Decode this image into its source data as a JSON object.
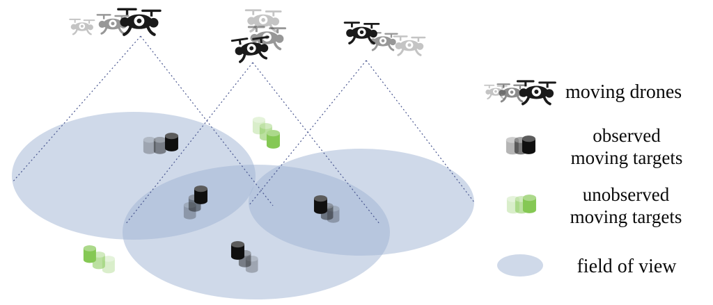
{
  "figure": {
    "type": "diagram",
    "description_counts": {
      "drone_groups": 3,
      "field_of_view_ellipses": 3,
      "observed_targets": 4,
      "unobserved_targets": 2
    }
  },
  "legend": {
    "moving_drones": "moving drones",
    "observed_line1": "observed",
    "observed_line2": "moving targets",
    "unobserved_line1": "unobserved",
    "unobserved_line2": "moving targets",
    "field_of_view": "field of view"
  },
  "icons": {
    "moving_drones": "drone-trio-icon",
    "observed_targets": "black-cylinder-trio-icon",
    "unobserved_targets": "green-cylinder-trio-icon",
    "field_of_view": "blue-ellipse-icon"
  },
  "colors": {
    "field_of_view_fill": "#9fb4d4",
    "cone_line": "#47548e",
    "observed_target": "#0f0f0f",
    "unobserved_target": "#85c854",
    "drone": "#1a1a1a",
    "legend_text": "#0a0a0a"
  }
}
